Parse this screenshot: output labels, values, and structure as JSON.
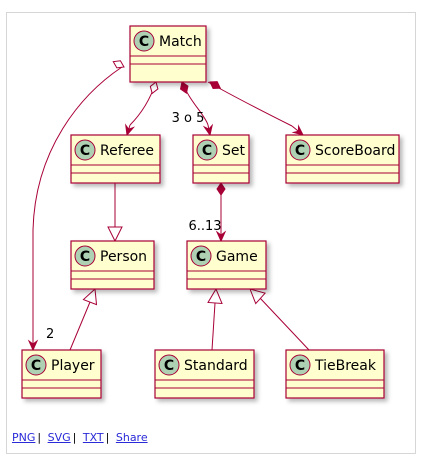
{
  "colors": {
    "class_fill": "#fefece",
    "class_border": "#a80036",
    "badge_fill": "#add1b2",
    "link": "#2a2ad8"
  },
  "icons": {
    "class_badge": "class-c-icon"
  },
  "classes": [
    {
      "id": "match",
      "name": "Match"
    },
    {
      "id": "referee",
      "name": "Referee"
    },
    {
      "id": "set",
      "name": "Set"
    },
    {
      "id": "scoreboard",
      "name": "ScoreBoard"
    },
    {
      "id": "person",
      "name": "Person"
    },
    {
      "id": "game",
      "name": "Game"
    },
    {
      "id": "player",
      "name": "Player"
    },
    {
      "id": "standard",
      "name": "Standard"
    },
    {
      "id": "tiebreak",
      "name": "TieBreak"
    }
  ],
  "relations": [
    {
      "from": "match",
      "to": "player",
      "type": "aggregation",
      "label": "2"
    },
    {
      "from": "match",
      "to": "referee",
      "type": "aggregation",
      "label": ""
    },
    {
      "from": "match",
      "to": "set",
      "type": "composition",
      "label": "3 o 5"
    },
    {
      "from": "match",
      "to": "scoreboard",
      "type": "composition",
      "label": ""
    },
    {
      "from": "set",
      "to": "game",
      "type": "composition",
      "label": "6..13"
    },
    {
      "from": "referee",
      "to": "person",
      "type": "inheritance",
      "label": ""
    },
    {
      "from": "player",
      "to": "person",
      "type": "inheritance",
      "label": ""
    },
    {
      "from": "standard",
      "to": "game",
      "type": "inheritance",
      "label": ""
    },
    {
      "from": "tiebreak",
      "to": "game",
      "type": "inheritance",
      "label": ""
    }
  ],
  "footer": {
    "png": "PNG",
    "svg": "SVG",
    "txt": "TXT",
    "share": "Share",
    "sep": "|"
  }
}
